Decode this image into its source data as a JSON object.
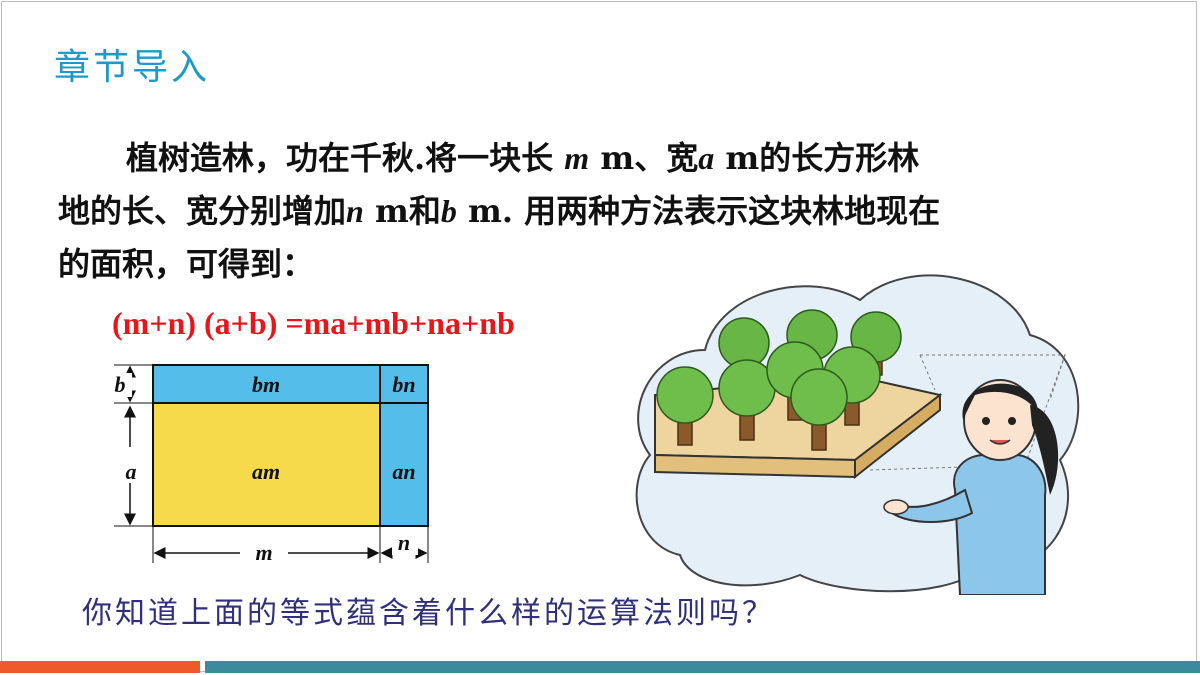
{
  "title": "章节导入",
  "paragraph": {
    "p1": "植树造林，功在千秋.将一块长",
    "m": "m",
    "p2": "m、宽",
    "a": "a",
    "p3": "m的长方形林",
    "p4": "地的长、宽分别增加",
    "n": "n",
    "p5": "m和",
    "b": "b",
    "p6": "m. 用两种方法表示这块林地现在",
    "p7": "的面积，可得到："
  },
  "formula": "(m+n) (a+b) =ma+mb+na+nb",
  "diagram": {
    "labels": {
      "bm": "bm",
      "bn": "bn",
      "am": "am",
      "an": "an",
      "b": "b",
      "a": "a",
      "m": "m",
      "n": "n"
    },
    "colors": {
      "blue": "#55bde9",
      "yellow": "#f7d94c",
      "outline": "#111111"
    }
  },
  "question": "你知道上面的等式蕴含着什么样的运算法则吗？",
  "colors": {
    "title": "#1e9ac8",
    "formula": "#e8151b",
    "question": "#30307a",
    "bar_red": "#ef5a2b",
    "bar_blue": "#3b8b9c"
  }
}
